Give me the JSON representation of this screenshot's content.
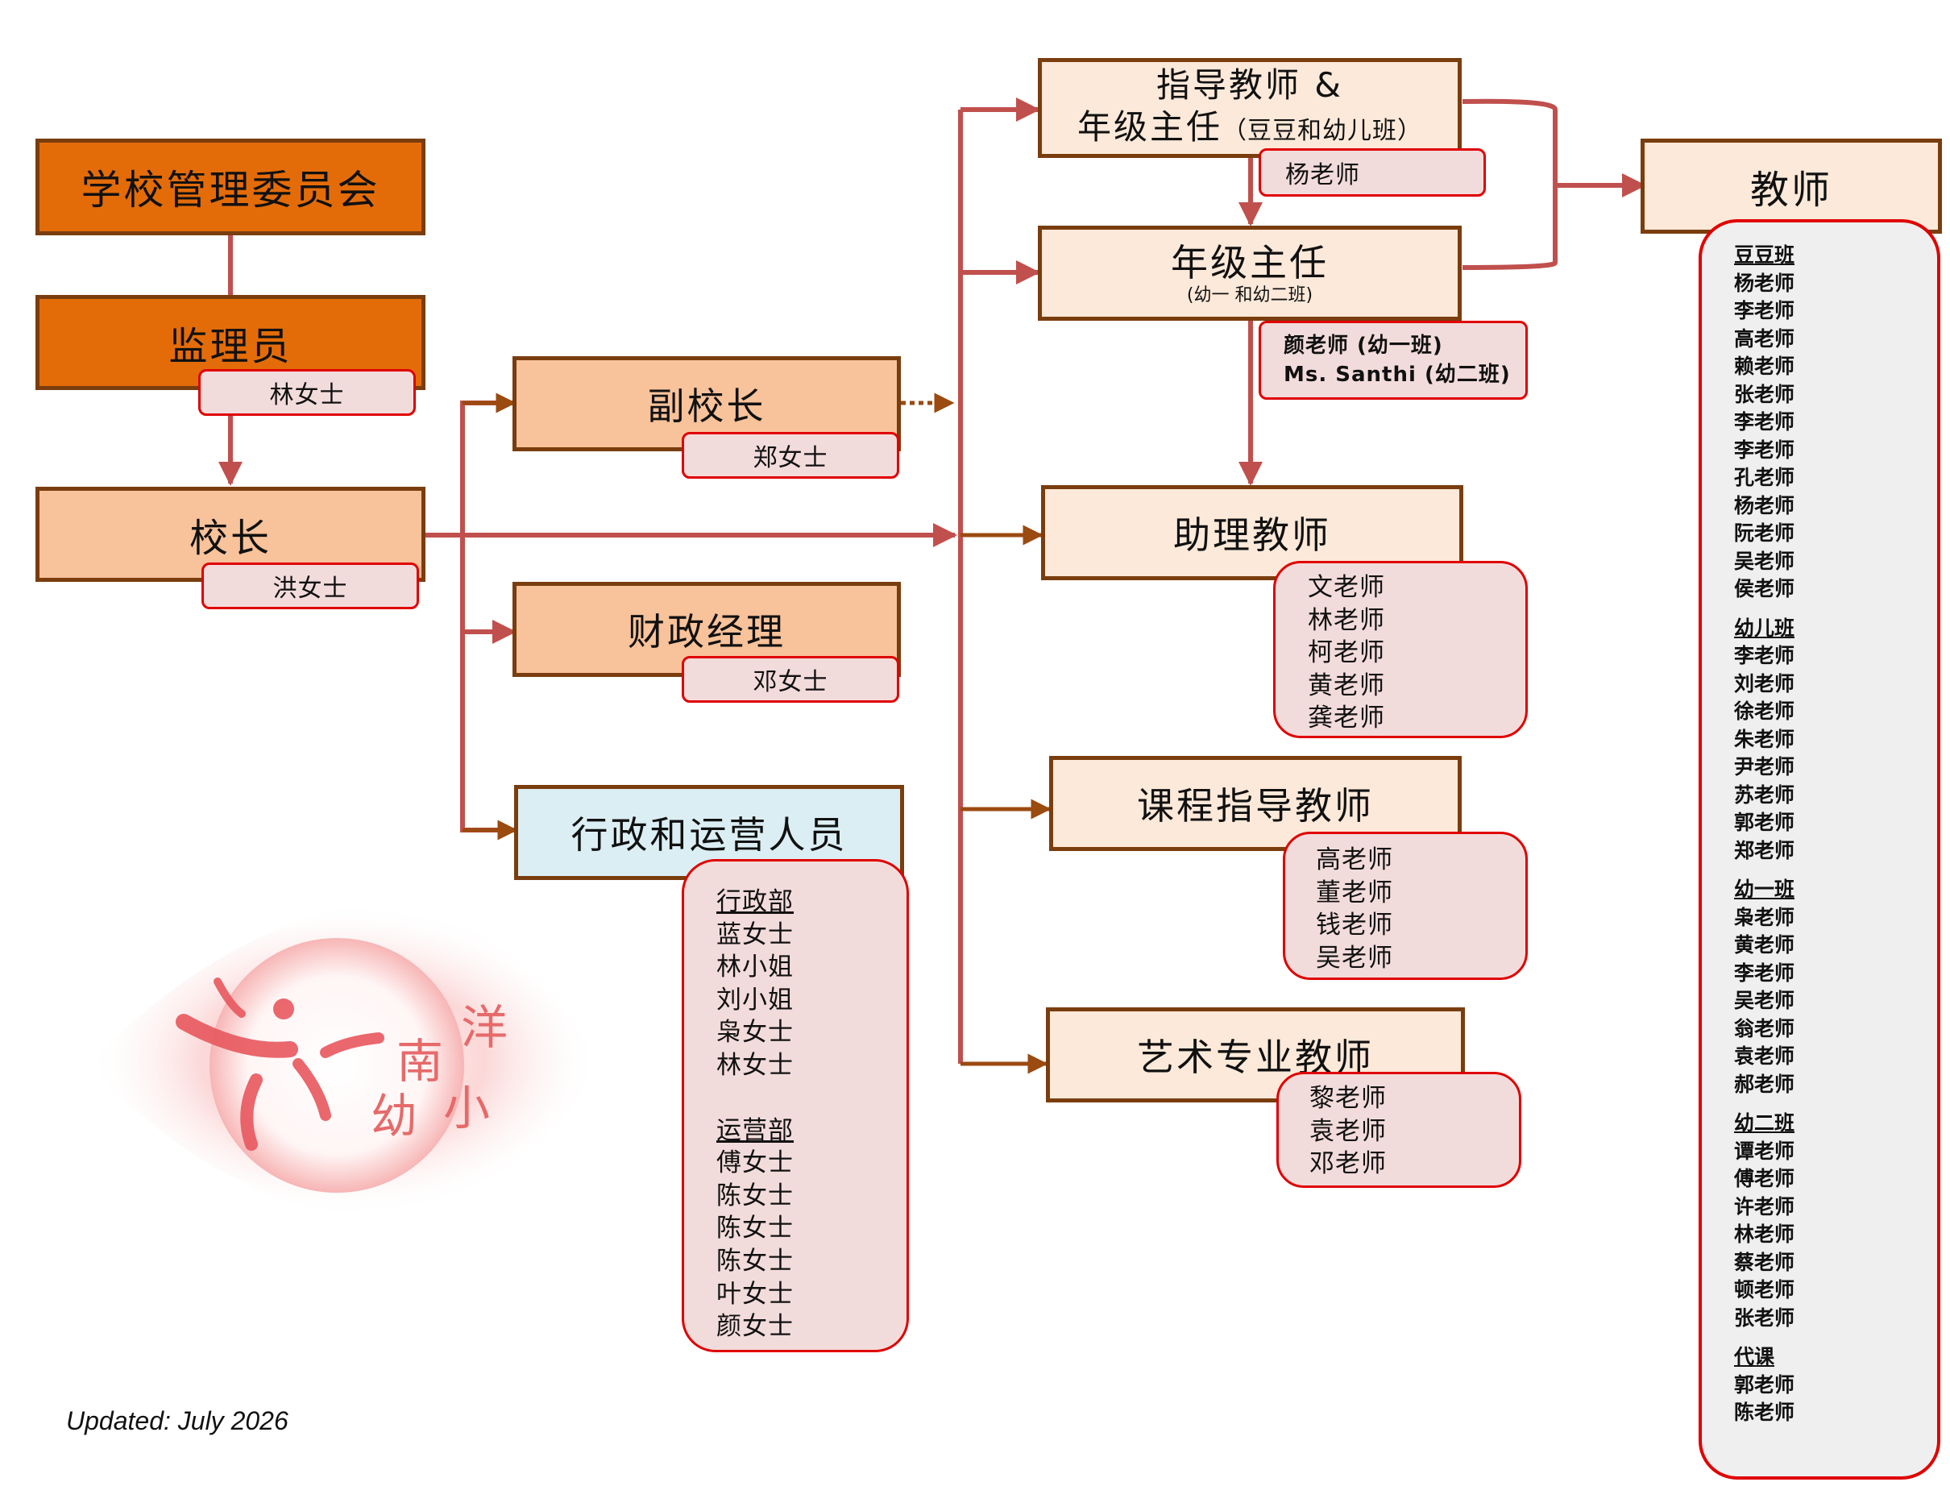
{
  "board": {
    "title": "学校管理委员会"
  },
  "supervisor": {
    "title": "监理员",
    "name": "林女士"
  },
  "principal": {
    "title": "校长",
    "name": "洪女士"
  },
  "vice_principal": {
    "title": "副校长",
    "name": "郑女士"
  },
  "finance": {
    "title": "财政经理",
    "name": "邓女士"
  },
  "admin_ops": {
    "title": "行政和运营人员",
    "admin_header": "行政部",
    "admin_staff": [
      "蓝女士",
      "林小姐",
      "刘小姐",
      "枭女士",
      "林女士"
    ],
    "ops_header": "运营部",
    "ops_staff": [
      "傅女士",
      "陈女士",
      "陈女士",
      "陈女士",
      "叶女士",
      "颜女士"
    ]
  },
  "mentor": {
    "title_line1": "指导教师 &",
    "title_line2": "年级主任",
    "title_note": "（豆豆和幼儿班）",
    "name": "杨老师"
  },
  "grade_head": {
    "title": "年级主任",
    "note": "(幼一 和幼二班)",
    "names": [
      "颜老师 (幼一班)",
      "Ms. Santhi (幼二班)"
    ]
  },
  "assistant": {
    "title": "助理教师",
    "names": [
      "文老师",
      "林老师",
      "柯老师",
      "黄老师",
      "龚老师"
    ]
  },
  "curriculum": {
    "title": "课程指导教师",
    "names": [
      "高老师",
      "董老师",
      "钱老师",
      "吴老师"
    ]
  },
  "arts": {
    "title": "艺术专业教师",
    "names": [
      "黎老师",
      "袁老师",
      "邓老师"
    ]
  },
  "teachers": {
    "title": "教师",
    "groups": [
      {
        "name": "豆豆班",
        "members": [
          "杨老师",
          "李老师",
          "高老师",
          "赖老师",
          "张老师",
          "李老师",
          "李老师",
          "孔老师",
          "杨老师",
          "阮老师",
          "吴老师",
          "侯老师"
        ]
      },
      {
        "name": "幼儿班",
        "members": [
          "李老师",
          "刘老师",
          "徐老师",
          "朱老师",
          "尹老师",
          "苏老师",
          "郭老师",
          "郑老师"
        ]
      },
      {
        "name": "幼一班",
        "members": [
          "枭老师",
          "黄老师",
          "李老师",
          "吴老师",
          "翁老师",
          "袁老师",
          "郝老师"
        ]
      },
      {
        "name": "幼二班",
        "members": [
          "谭老师",
          "傅老师",
          "许老师",
          "林老师",
          "蔡老师",
          "顿老师",
          "张老师"
        ]
      },
      {
        "name": "代课",
        "members": [
          "郭老师",
          "陈老师"
        ]
      }
    ]
  },
  "logo": {
    "text_1": "南",
    "text_2": "洋",
    "text_3": "幼",
    "text_4": "小"
  },
  "footer": {
    "updated": "Updated: July 2026"
  },
  "colors": {
    "dark_orange": "#e36c09",
    "mid_orange": "#f8c29a",
    "light_peach": "#fde9d9",
    "light_blue": "#dbeef4",
    "name_tag_fill": "#f2dcdb",
    "tag_border": "#e00000",
    "connector_rose": "#c0504d",
    "connector_brown": "#9b4a10"
  }
}
